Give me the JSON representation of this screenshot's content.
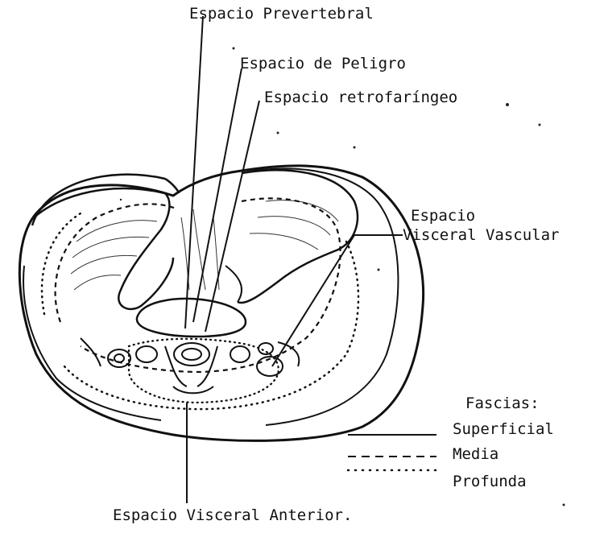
{
  "labels": {
    "prevertebral": "Espacio Prevertebral",
    "peligro": "Espacio de Peligro",
    "retrofaringeo": "Espacio retrofaríngeo",
    "visceral_vascular_line1": "Espacio",
    "visceral_vascular_line2": "Visceral Vascular",
    "visceral_anterior": "Espacio Visceral Anterior."
  },
  "legend": {
    "title": "Fascias:",
    "items": [
      {
        "label": "Superficial",
        "line_style": "solid"
      },
      {
        "label": "Media",
        "line_style": "dashed"
      },
      {
        "label": "Profunda",
        "line_style": "dotted"
      }
    ]
  },
  "colors": {
    "ink": "#111111",
    "paper": "#ffffff"
  }
}
